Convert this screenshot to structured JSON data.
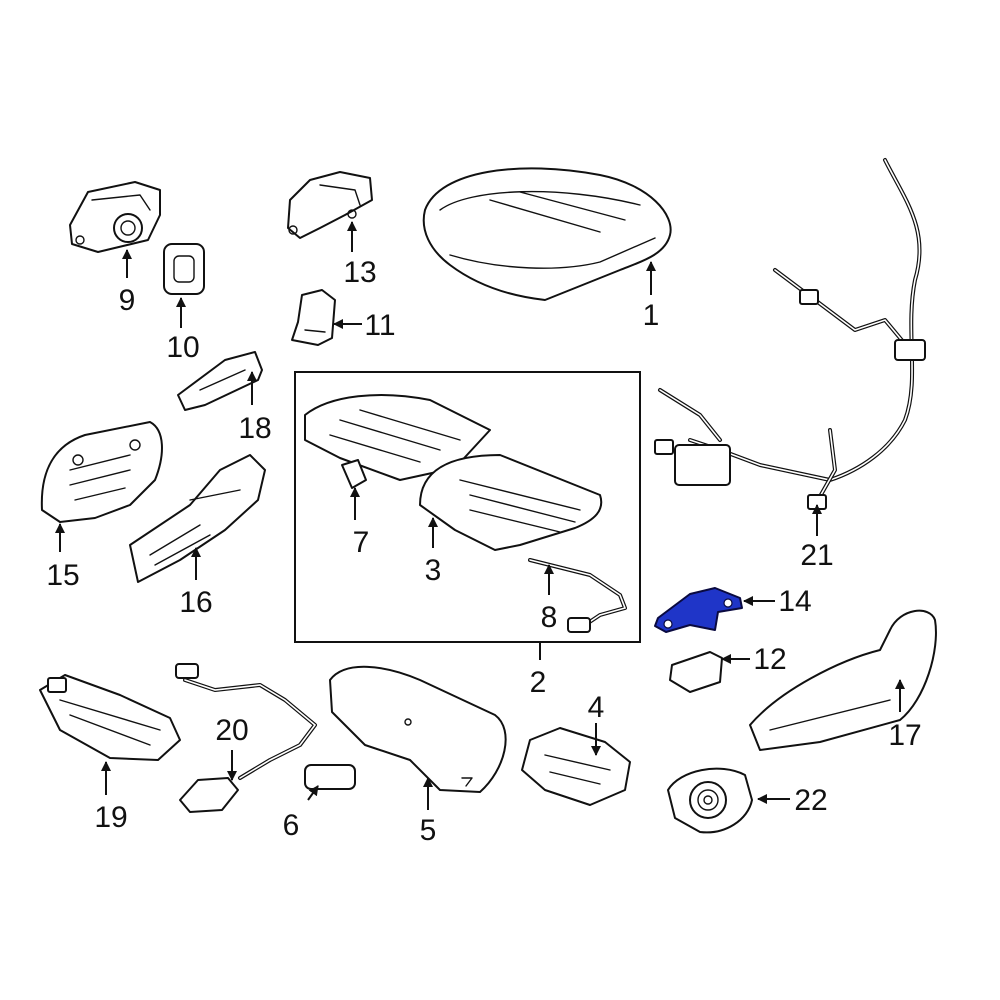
{
  "diagram": {
    "callouts": [
      "1",
      "2",
      "3",
      "4",
      "5",
      "6",
      "7",
      "8",
      "9",
      "10",
      "11",
      "12",
      "13",
      "14",
      "15",
      "16",
      "17",
      "18",
      "19",
      "20",
      "21",
      "22"
    ],
    "highlight_part": "14",
    "colors": {
      "highlight": "#1f35c8",
      "line": "#111111",
      "background": "#ffffff"
    }
  }
}
